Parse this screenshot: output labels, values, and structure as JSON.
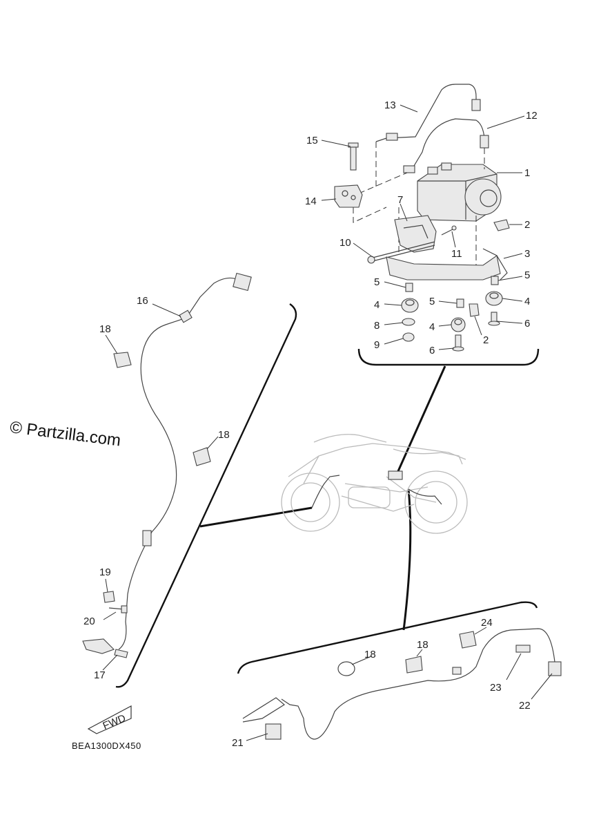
{
  "watermark": "© Partzilla.com",
  "diagram_code": "BEA1300DX450",
  "fwd_label": "FWD",
  "callouts": {
    "c1": "1",
    "c2a": "2",
    "c2b": "2",
    "c3": "3",
    "c4a": "4",
    "c4b": "4",
    "c4c": "4",
    "c5a": "5",
    "c5b": "5",
    "c5c": "5",
    "c6a": "6",
    "c6b": "6",
    "c7": "7",
    "c8": "8",
    "c9": "9",
    "c10": "10",
    "c11": "11",
    "c12": "12",
    "c13": "13",
    "c14": "14",
    "c15": "15",
    "c16": "16",
    "c17": "17",
    "c18a": "18",
    "c18b": "18",
    "c18c": "18",
    "c18d": "18",
    "c19": "19",
    "c20": "20",
    "c21": "21",
    "c22": "22",
    "c23": "23",
    "c24": "24"
  }
}
